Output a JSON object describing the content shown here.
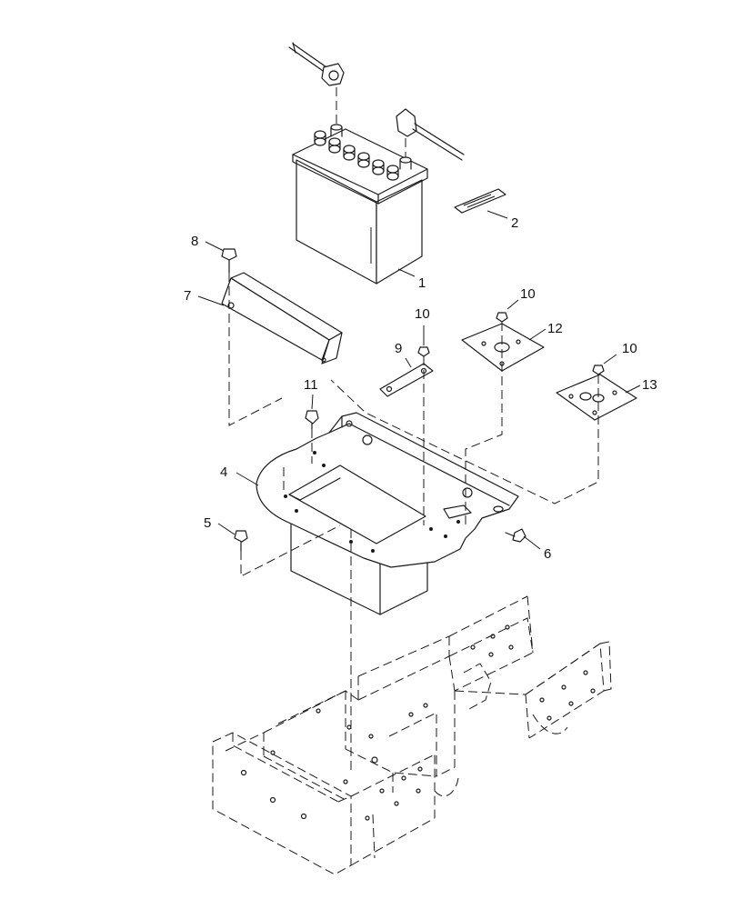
{
  "callouts": {
    "c1": "1",
    "c2": "2",
    "c4": "4",
    "c5": "5",
    "c6": "6",
    "c7": "7",
    "c8": "8",
    "c9": "9",
    "c10a": "10",
    "c10b": "10",
    "c10c": "10",
    "c11": "11",
    "c12": "12",
    "c13": "13"
  }
}
